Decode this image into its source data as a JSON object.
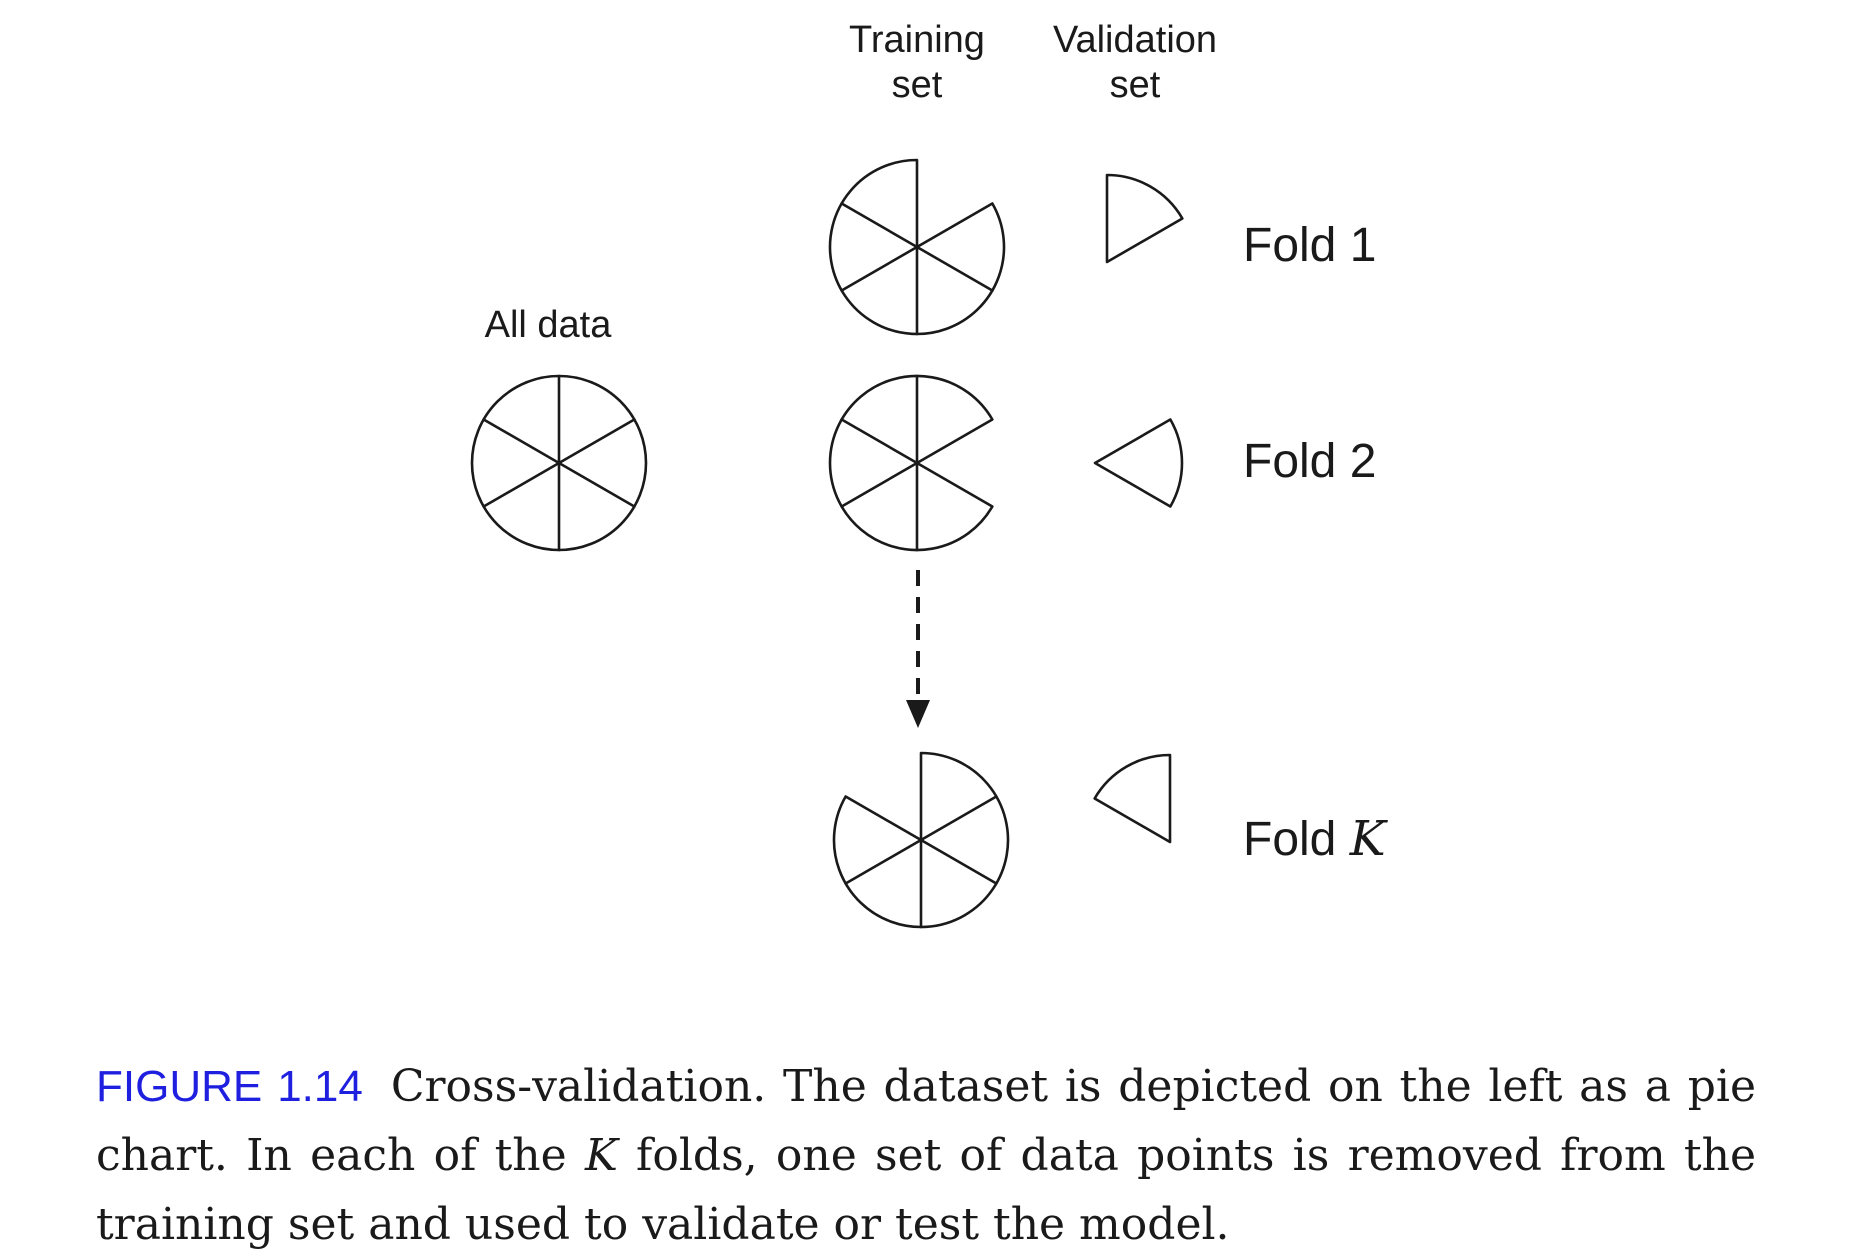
{
  "columns": {
    "training_line1": "Training",
    "training_line2": "set",
    "validation_line1": "Validation",
    "validation_line2": "set"
  },
  "all_data_label": "All data",
  "folds": [
    {
      "label": "Fold 1",
      "removed_segment": 1
    },
    {
      "label": "Fold 2",
      "removed_segment": 2
    },
    {
      "label_prefix": "Fold ",
      "label_var": "K",
      "removed_segment": 6
    }
  ],
  "pie_segments": 6,
  "caption": {
    "label": "FIGURE 1.14",
    "text_part1": "Cross-validation. The dataset is depicted on the left as a pie chart. In each of the ",
    "text_var": "K",
    "text_part2": " folds, one set of data points is removed from the training set and used to validate or test the model."
  }
}
